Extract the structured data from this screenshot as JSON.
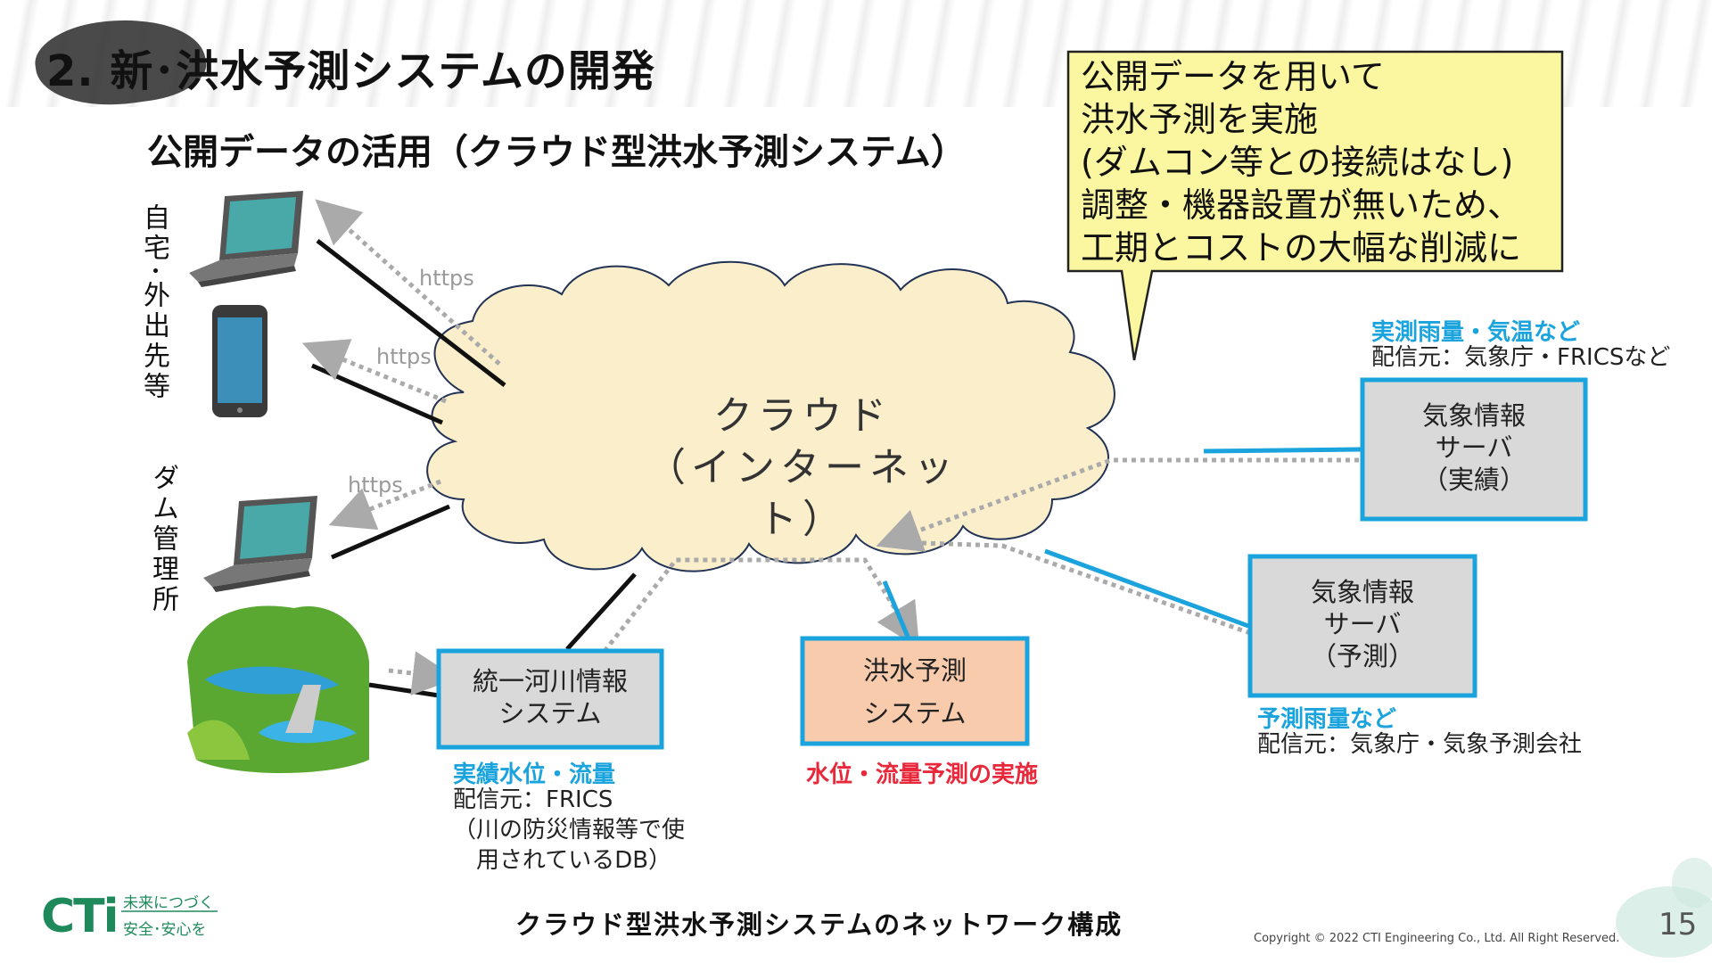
{
  "title": "2. 新･洪水予測システムの開発",
  "subtitle": "公開データの活用（クラウド型洪水予測システム）",
  "callout": {
    "lines": [
      "公開データを用いて",
      "洪水予測を実施",
      "(ダムコン等との接続はなし)",
      "調整・機器設置が無いため、",
      "工期とコストの大幅な削減に"
    ]
  },
  "left_labels": {
    "home": "自宅･外出先等",
    "dam": "ダム管理所"
  },
  "https_label": "https",
  "cloud": {
    "line1": "クラウド",
    "line2": "（インターネット）"
  },
  "boxes": {
    "river": {
      "line1": "統一河川情報",
      "line2": "システム"
    },
    "flood": {
      "line1": "洪水予測",
      "line2": "システム"
    },
    "weather_actual": {
      "line1": "気象情報",
      "line2": "サーバ",
      "line3": "（実績）"
    },
    "weather_forecast": {
      "line1": "気象情報",
      "line2": "サーバ",
      "line3": "（予測）"
    }
  },
  "labels": {
    "actual_rain_title": "実測雨量・気温など",
    "actual_rain_source": "配信元：気象庁・FRICSなど",
    "forecast_rain_title": "予測雨量など",
    "forecast_rain_source": "配信元：気象庁・気象予測会社",
    "river_title": "実績水位・流量",
    "river_source1": "配信元：FRICS",
    "river_source2": "（川の防災情報等で使",
    "river_source3": "用されているDB）",
    "flood_title": "水位・流量予測の実施"
  },
  "caption": "クラウド型洪水予測システムのネットワーク構成",
  "footer": {
    "logo": "CTi",
    "tagline1": "未来につづく",
    "tagline2": "安全･安心を",
    "copyright": "Copyright © 2022 CTI Engineering Co., Ltd. All Right Reserved.",
    "page": "15"
  },
  "colors": {
    "accent_blue": "#1aa3dd",
    "accent_red": "#e8283b",
    "cloud_fill": "#fbeecb",
    "callout_fill": "#fbf7a0",
    "box_gray": "#d9d9d9",
    "box_orange": "#f8cbad"
  },
  "icons": [
    "laptop-icon",
    "smartphone-icon",
    "laptop-icon",
    "dam-landscape-icon"
  ]
}
